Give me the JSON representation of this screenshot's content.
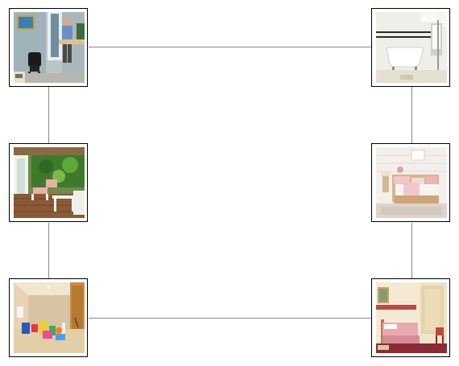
{
  "gallery": {
    "photos": [
      {
        "subject": "office-reception",
        "row": 1,
        "column": "left"
      },
      {
        "subject": "bathroom",
        "row": 1,
        "column": "right"
      },
      {
        "subject": "veranda-deck",
        "row": 2,
        "column": "left"
      },
      {
        "subject": "bedroom-daybed",
        "row": 2,
        "column": "right"
      },
      {
        "subject": "playroom",
        "row": 3,
        "column": "left"
      },
      {
        "subject": "bedroom-single",
        "row": 3,
        "column": "right"
      }
    ],
    "colors": {
      "border": "#000000",
      "connector": "#8a8a8a",
      "background": "#ffffff"
    }
  }
}
